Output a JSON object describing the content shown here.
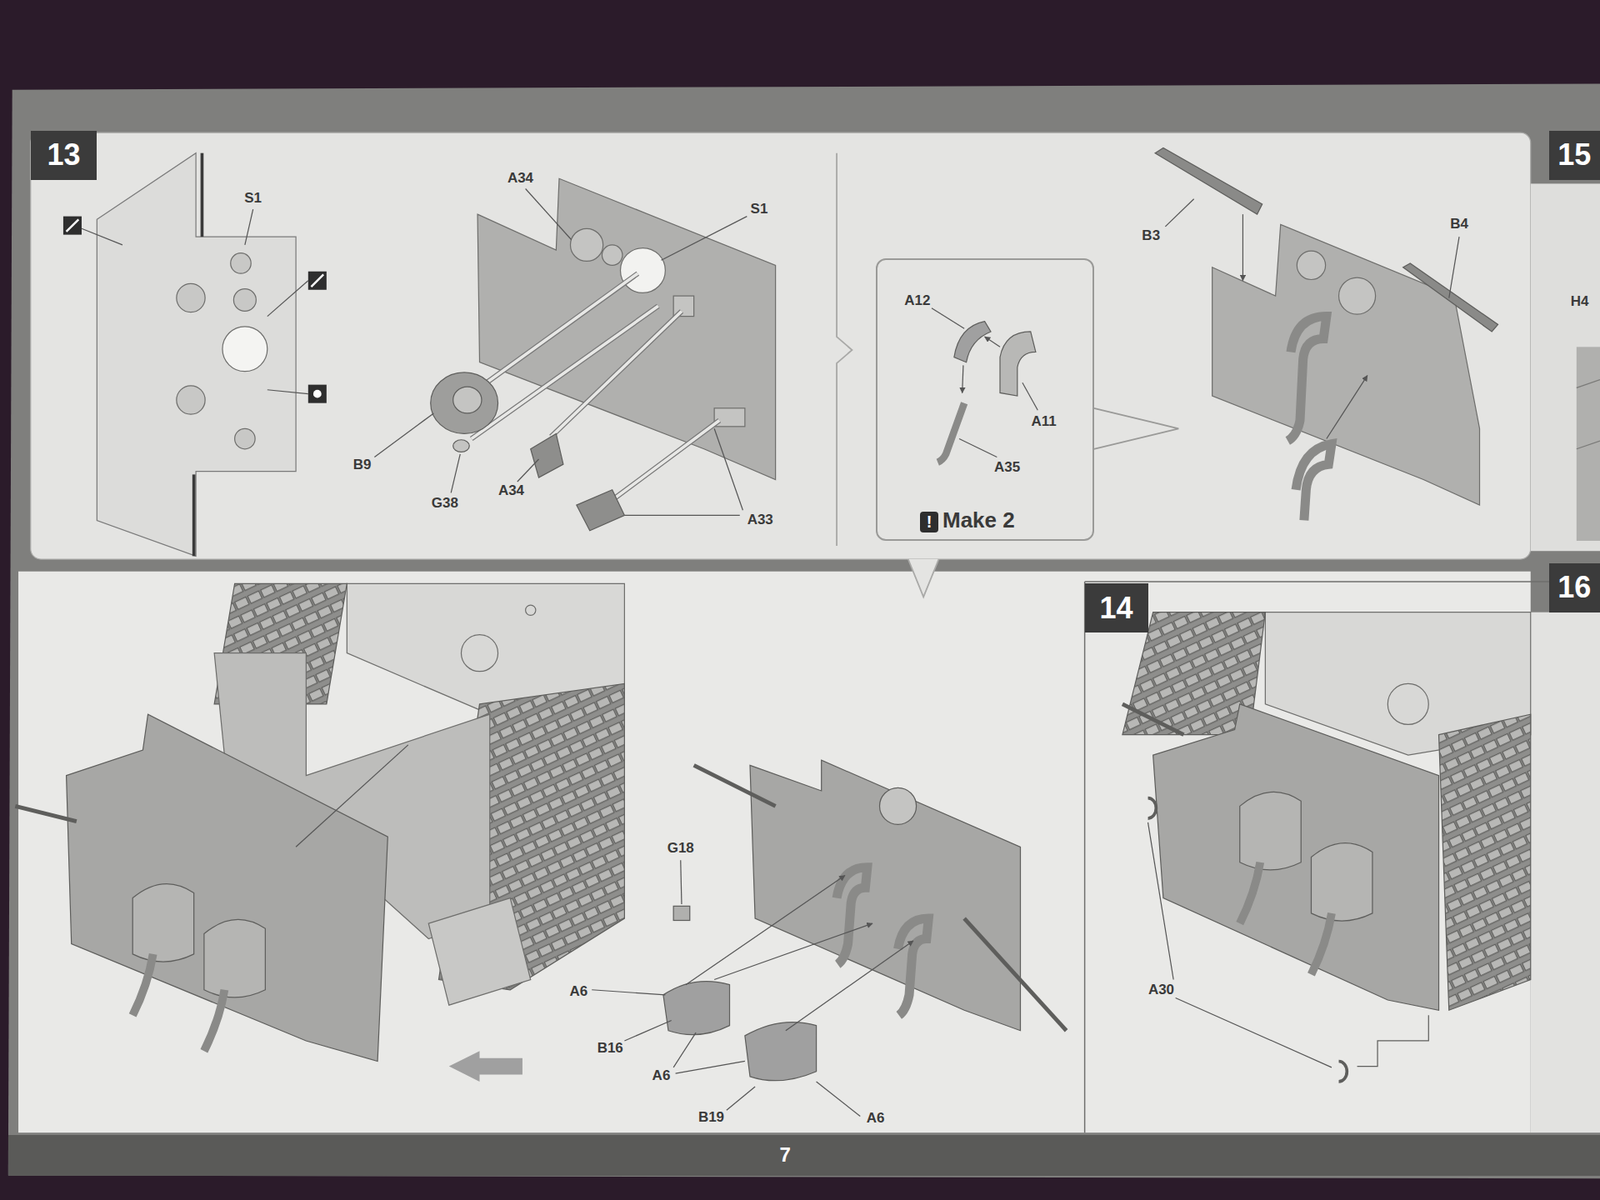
{
  "diagram": {
    "nodes": [
      {
        "text": [
          "13"
        ]
      },
      {
        "text": [
          "Make 2"
        ]
      },
      {
        "text": [
          "!"
        ],
        "in": 1
      },
      {
        "text": [
          "15"
        ]
      },
      {
        "text": [
          "14"
        ]
      },
      {
        "text": [
          "16"
        ]
      },
      {
        "text": [
          "7"
        ]
      }
    ],
    "labels": [
      "S1",
      "A34",
      "S1",
      "B9",
      "G38",
      "A34",
      "A33",
      "A12",
      "A11",
      "A35",
      "B3",
      "B4",
      "H4",
      "G18",
      "A6",
      "B16",
      "A6",
      "B19",
      "A6",
      "A30"
    ]
  }
}
